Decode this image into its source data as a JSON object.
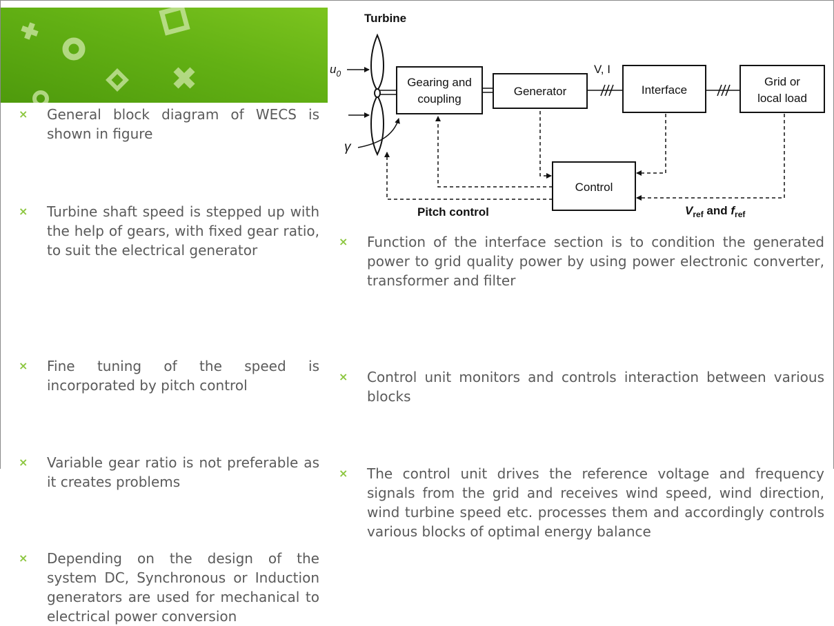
{
  "colors": {
    "accent": "#8cc63f",
    "banner_light": "#7cc41f",
    "banner_dark": "#4e9a0c",
    "text": "#5a5a5a"
  },
  "banner": {
    "decorations": [
      "cross-icon",
      "ring-icon",
      "diamond-icon",
      "square-outline-icon",
      "x-icon"
    ]
  },
  "bullet_icon": "x-mark-icon",
  "bullet_mark": "×",
  "left_bullets": [
    "General block diagram of WECS is shown in figure",
    "Turbine shaft speed is stepped up with the help of gears, with fixed gear ratio, to suit the electrical generator",
    "Fine tuning of the speed is incorporated by pitch control",
    "Variable gear ratio is not preferable as it creates problems",
    "Depending on the design of the system DC, Synchronous or Induction generators are used for mechanical to electrical power conversion"
  ],
  "right_bullets": [
    "Function of the interface section is to condition the generated power to grid quality power by using power electronic converter, transformer and filter",
    "Control unit monitors and controls interaction between various blocks",
    "The control unit drives the reference voltage and frequency signals from the grid and receives wind speed, wind direction, wind turbine speed etc. processes them and accordingly controls various blocks of optimal energy balance"
  ],
  "diagram": {
    "turbine_label": "Turbine",
    "input_u": "u",
    "input_u_sub": "0",
    "input_gamma": "γ",
    "blocks": {
      "gearing_line1": "Gearing and",
      "gearing_line2": "coupling",
      "generator": "Generator",
      "interface": "Interface",
      "grid_line1": "Grid or",
      "grid_line2": "local load",
      "control": "Control"
    },
    "vi_label": "V, I",
    "pitch_control": "Pitch control",
    "vref": "V",
    "vref_sub": "ref",
    "and_word": " and ",
    "fref": "f",
    "fref_sub": "ref"
  }
}
